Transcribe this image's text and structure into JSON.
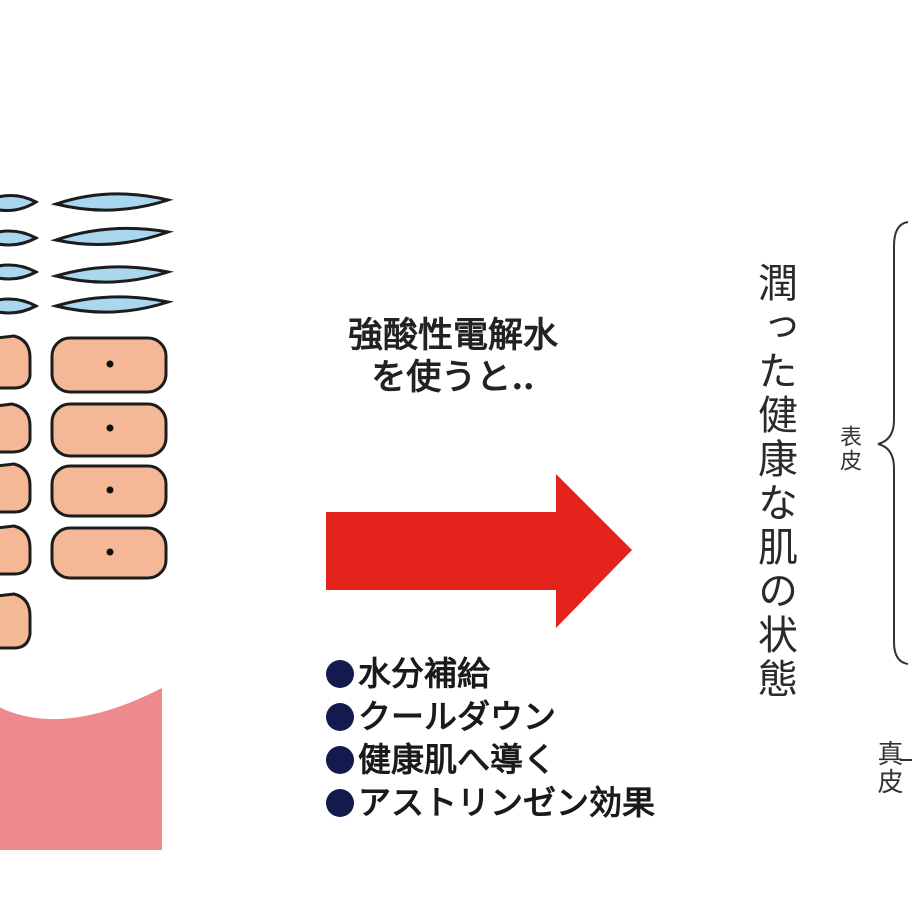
{
  "caption": {
    "line1": "強酸性電解水",
    "line2": "を使うと‥"
  },
  "benefits": [
    "水分補給",
    "クールダウン",
    "健康肌へ導く",
    "アストリンゼン効果"
  ],
  "result_title": "潤った健康な肌の状態",
  "labels": {
    "epidermis": "表皮",
    "dermis": "真皮"
  },
  "colors": {
    "arrow": "#e3231c",
    "horny_layer": "#a9d7f0",
    "cell": "#f4b896",
    "dermis": "#ee8a8d",
    "bullet": "#121a4e"
  }
}
